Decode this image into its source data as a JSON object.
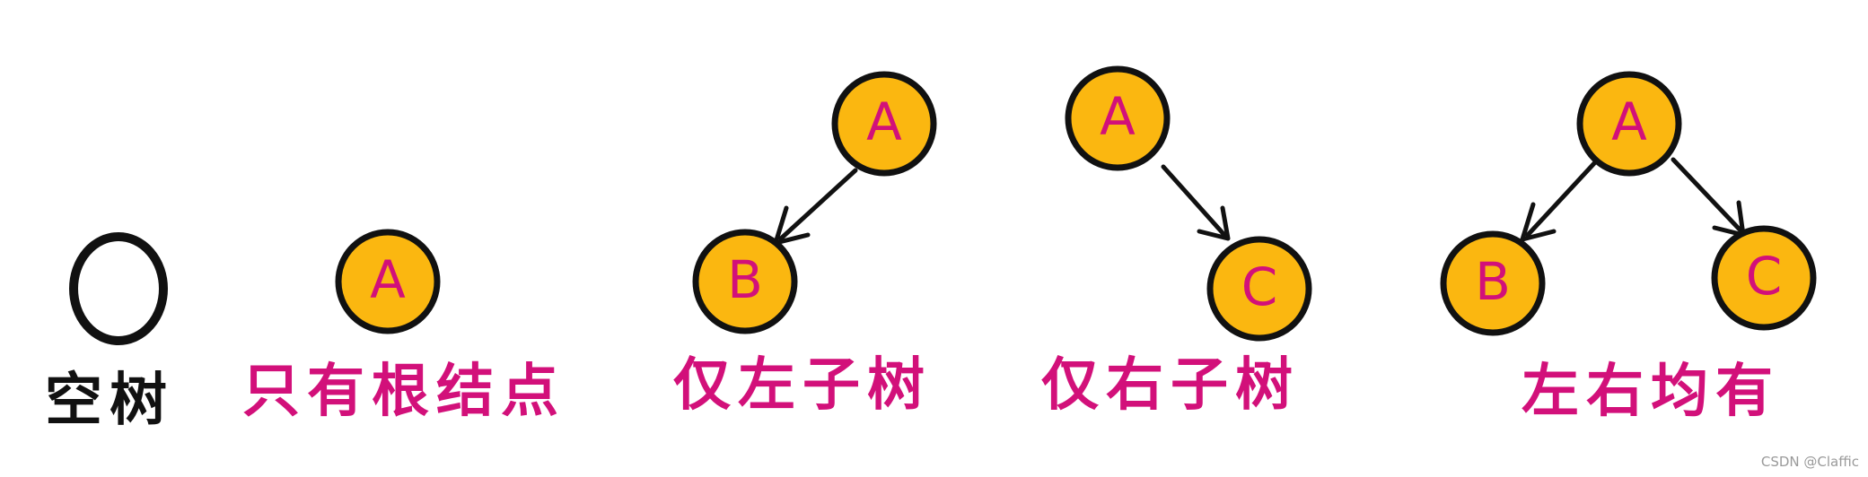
{
  "colors": {
    "node_fill": "#FBB710",
    "node_stroke": "#111111",
    "letter": "#D2107A",
    "caption_accent": "#D2107A",
    "caption_dark": "#111111",
    "edge": "#111111",
    "background": "#FFFFFF"
  },
  "trees": {
    "empty": {
      "caption": "空树"
    },
    "root_only": {
      "caption": "只有根结点",
      "root": "A"
    },
    "left_only": {
      "caption": "仅左子树",
      "root": "A",
      "left": "B"
    },
    "right_only": {
      "caption": "仅右子树",
      "root": "A",
      "right": "C"
    },
    "both": {
      "caption": "左右均有",
      "root": "A",
      "left": "B",
      "right": "C"
    }
  },
  "watermark": "CSDN @Claffic"
}
